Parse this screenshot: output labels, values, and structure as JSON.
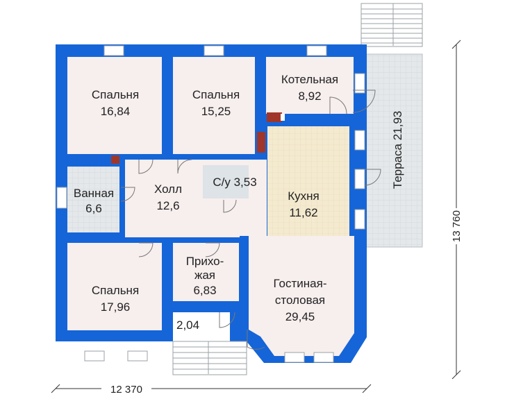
{
  "colors": {
    "wall": "#1565d8",
    "room": "#f7eeee",
    "wet": "#dde3e6",
    "kitchen": "#f7ecc6",
    "terrace": "#e6e8ea",
    "stove": "#a0362a"
  },
  "rooms": {
    "bed1": {
      "name": "Спальня",
      "area": "16,84"
    },
    "bed2": {
      "name": "Спальня",
      "area": "15,25"
    },
    "boiler": {
      "name": "Котельная",
      "area": "8,92"
    },
    "bath": {
      "name": "Ванная",
      "area": "6,6"
    },
    "hall": {
      "name": "Холл",
      "area": "12,6"
    },
    "wc": {
      "name": "С/у 3,53"
    },
    "kitchen": {
      "name": "Кухня",
      "area": "11,62"
    },
    "bed3": {
      "name": "Спальня",
      "area": "17,96"
    },
    "entry": {
      "name_line1": "Прихо-",
      "name_line2": "жая",
      "area": "6,83"
    },
    "living": {
      "name_line1": "Гостиная-",
      "name_line2": "столовая",
      "area": "29,45"
    },
    "vestibule": {
      "area": "2,04"
    },
    "terrace": {
      "name": "Терраса 21,93"
    }
  },
  "dimensions": {
    "width": "12 370",
    "height": "13 760"
  }
}
